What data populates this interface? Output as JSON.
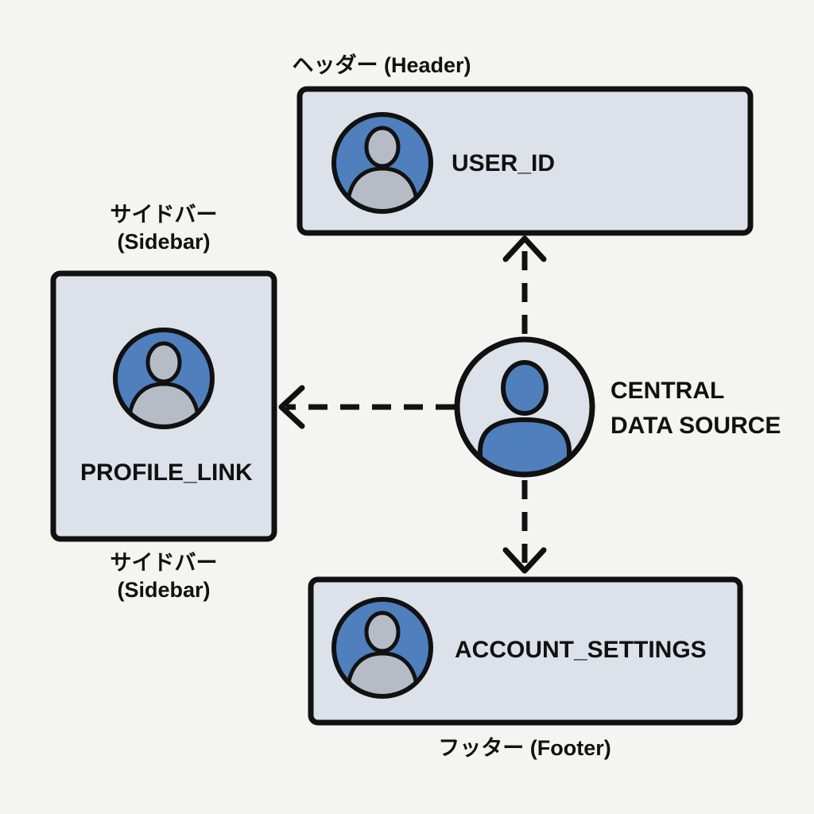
{
  "colors": {
    "background": "#f4f4f2",
    "box_fill": "#dde2ea",
    "outline": "#111111",
    "avatar_blue": "#4f7fbd",
    "person_gray": "#b5bcc6",
    "person_blue": "#4f7fbd"
  },
  "header": {
    "caption": "ヘッダー (Header)",
    "label": "USER_ID",
    "icon": "user-avatar-icon"
  },
  "sidebar": {
    "caption_top": [
      "サイドバー",
      "(Sidebar)"
    ],
    "caption_bottom": [
      "サイドバー",
      "(Sidebar)"
    ],
    "label": "PROFILE_LINK",
    "icon": "user-avatar-icon"
  },
  "footer": {
    "caption": "フッター (Footer)",
    "label": "ACCOUNT_SETTINGS",
    "icon": "user-avatar-icon"
  },
  "central": {
    "label_lines": [
      "CENTRAL",
      "DATA SOURCE"
    ],
    "icon": "user-silhouette-icon"
  },
  "connectors": [
    {
      "from": "central",
      "to": "header",
      "style": "dashed",
      "arrow": "to"
    },
    {
      "from": "central",
      "to": "sidebar",
      "style": "dashed",
      "arrow": "to"
    },
    {
      "from": "central",
      "to": "footer",
      "style": "dashed",
      "arrow": "to"
    }
  ]
}
